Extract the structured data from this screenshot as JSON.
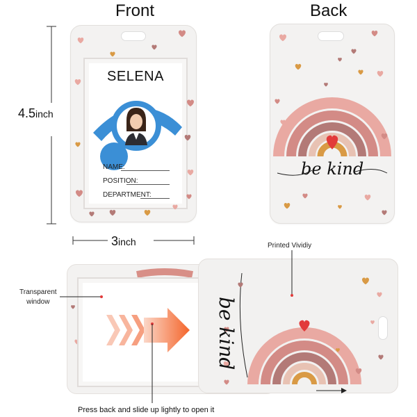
{
  "labels": {
    "front": "Front",
    "back": "Back",
    "height_value": "4.5",
    "height_unit": "inch",
    "width_value": "3",
    "width_unit": "inch",
    "printed": "Printed Vividiy",
    "transparent_line1": "Transparent",
    "transparent_line2": "window",
    "slide_instruction": "Press back and slide up lightly to open it"
  },
  "id_card": {
    "name": "SELENA",
    "fields": [
      "NAME:",
      "POSITION:",
      "DEPARTMENT:"
    ]
  },
  "back_text": "be kind",
  "colors": {
    "pink": "#e9a9a2",
    "rose": "#d38b86",
    "mauve": "#b37a77",
    "gold": "#d99a45",
    "blue": "#3b8fd6",
    "red": "#e23a3a",
    "orange": "#f4652b"
  }
}
